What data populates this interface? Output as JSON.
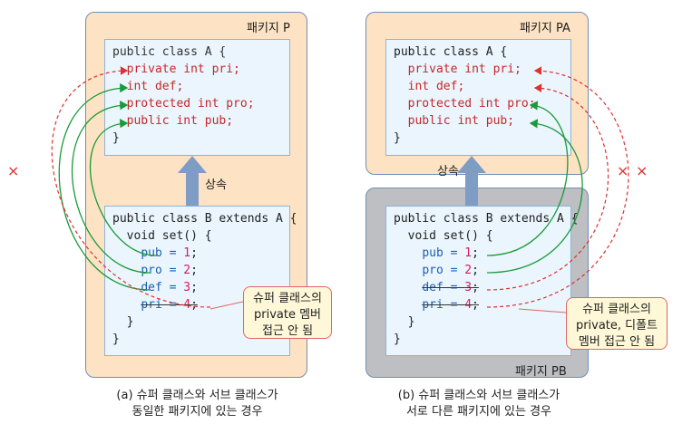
{
  "left": {
    "package_top": "패키지 P",
    "inherit_label": "상속",
    "class_a": [
      "public class A {",
      "private int pri;",
      "int def;",
      "protected int pro;",
      "public int pub;",
      "}"
    ],
    "class_b": [
      "public class B extends A {",
      "void set() {",
      "pub = 1;",
      "pro = 2;",
      "def = 3;",
      "pri = 4;",
      "}",
      "}"
    ],
    "callout": [
      "슈퍼 클래스의",
      "private 멤버",
      "접근 안 됨"
    ],
    "caption": [
      "(a) 슈퍼 클래스와 서브 클래스가",
      "동일한 패키지에 있는 경우"
    ],
    "x_mark": "×"
  },
  "right": {
    "package_top": "패키지 PA",
    "package_bottom": "패키지 PB",
    "inherit_label": "상속",
    "class_a": [
      "public class A {",
      "private int pri;",
      "int def;",
      "protected int pro;",
      "public int pub;",
      "}"
    ],
    "class_b": [
      "public class B extends A {",
      "void set() {",
      "pub = 1;",
      "pro = 2;",
      "def = 3;",
      "pri = 4;",
      "}",
      "}"
    ],
    "callout": [
      "슈퍼 클래스의",
      "private, 디폴트",
      "멤버 접근 안 됨"
    ],
    "caption": [
      "(b) 슈퍼 클래스와 서브 클래스가",
      "서로 다른 패키지에 있는 경우"
    ],
    "x_mark": "×"
  },
  "colors": {
    "allowed": "#1a9a3a",
    "denied": "#e03030",
    "inherit_arrow": "#7f9cc4"
  }
}
